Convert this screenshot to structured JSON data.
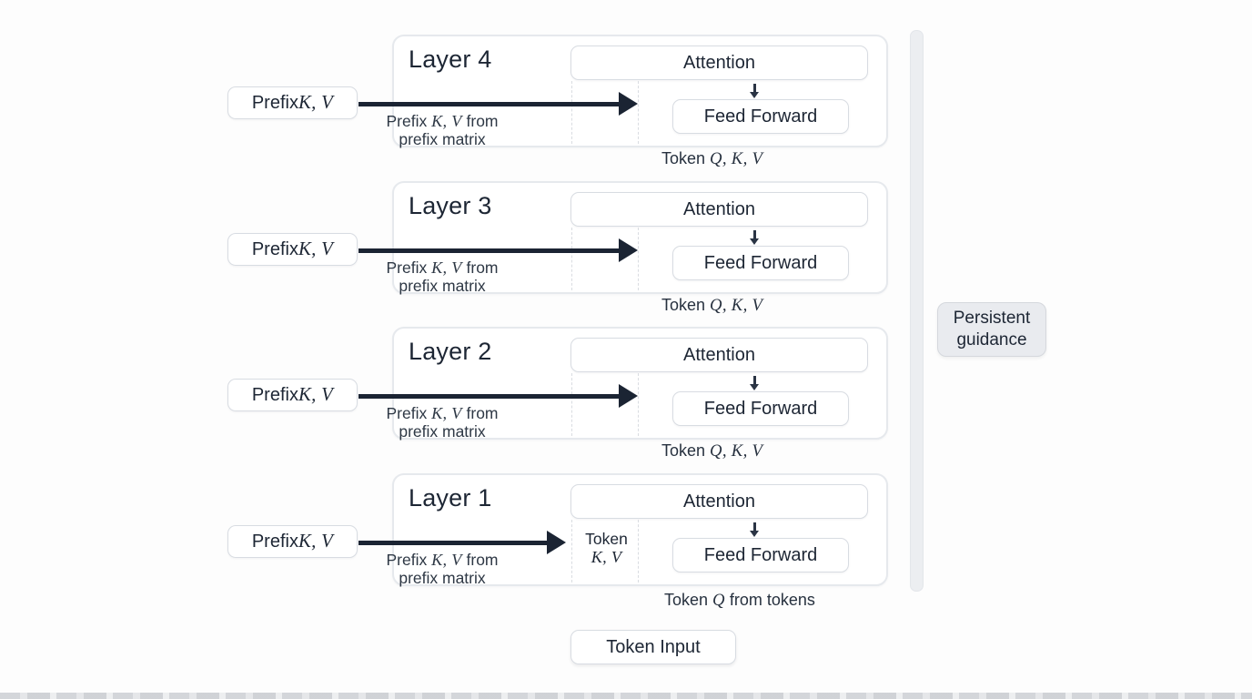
{
  "layers": [
    {
      "label": "Layer 4",
      "attention": "Attention",
      "feed_forward": "Feed Forward",
      "prefix_box": {
        "text": "Prefix ",
        "math": "K, V"
      },
      "prefix_arrow_label": {
        "pre": "Prefix ",
        "math": "K, V",
        "post": " from",
        "line2": "prefix matrix"
      }
    },
    {
      "label": "Layer 3",
      "attention": "Attention",
      "feed_forward": "Feed Forward",
      "prefix_box": {
        "text": "Prefix ",
        "math": "K, V"
      },
      "prefix_arrow_label": {
        "pre": "Prefix ",
        "math": "K, V",
        "post": " from",
        "line2": "prefix matrix"
      }
    },
    {
      "label": "Layer 2",
      "attention": "Attention",
      "feed_forward": "Feed Forward",
      "prefix_box": {
        "text": "Prefix ",
        "math": "K, V"
      },
      "prefix_arrow_label": {
        "pre": "Prefix ",
        "math": "K, V",
        "post": " from",
        "line2": "prefix matrix"
      }
    },
    {
      "label": "Layer 1",
      "attention": "Attention",
      "feed_forward": "Feed Forward",
      "prefix_box": {
        "text": "Prefix ",
        "math": "K, V"
      },
      "prefix_arrow_label": {
        "pre": "Prefix ",
        "math": "K, V",
        "post": " from",
        "line2": "prefix matrix"
      },
      "token_slot": {
        "line1": "Token",
        "math": "K, V"
      }
    }
  ],
  "gap_labels": [
    {
      "pre": "Token ",
      "math": "Q, K, V"
    },
    {
      "pre": "Token ",
      "math": "Q, K, V"
    },
    {
      "pre": "Token ",
      "math": "Q, K, V"
    }
  ],
  "input_arrow_label": {
    "pre": "Token ",
    "math": "Q",
    "post": " from tokens"
  },
  "token_input": "Token Input",
  "persistent_guidance": {
    "line1": "Persistent",
    "line2": "guidance"
  },
  "colors": {
    "arrow": "#1b2433",
    "text_dark": "#1d2634",
    "annotation": "#2e3845",
    "box_border": "#d8dce2",
    "layer_border": "#e6e9ed",
    "dashed_line": "#d9dce1",
    "pill_fill": "#e9ebef",
    "bar_fill": "#eceef1",
    "background": "#fdfdfd"
  }
}
